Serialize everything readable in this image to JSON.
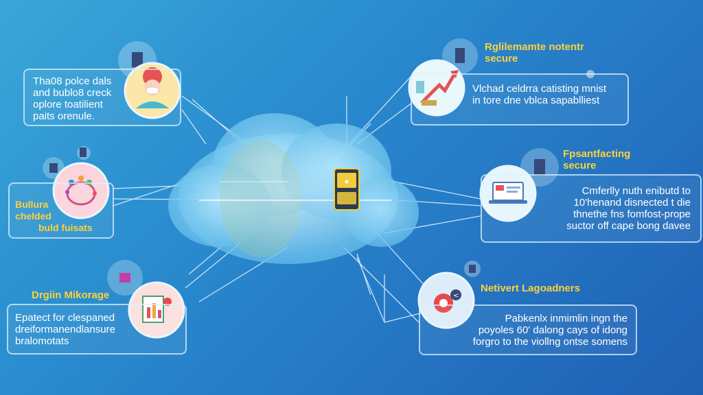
{
  "colors": {
    "background_start": "#3aa7d8",
    "background_end": "#1f5fb3",
    "title_text": "#ffd23a",
    "body_text": "#ffffff",
    "cloud": "#7fd0f5",
    "chip": "#f2cc3a"
  },
  "top_left": {
    "lines": [
      "Tha08 polce dals",
      "and bublo8 creck",
      "oplore toatilient",
      "paits orenule."
    ],
    "icon": "person-icon"
  },
  "middle_left": {
    "title_lines": [
      "Bullura",
      "chelded",
      "buld fuisats"
    ],
    "icon": "colorful-gadget-icon"
  },
  "bottom_left": {
    "title": "Drgiin Mikorage",
    "lines": [
      "Epatect for clespaned",
      "dreiformanendlansure",
      "bralomotats"
    ],
    "icon": "document-chart-icon"
  },
  "top_right": {
    "title_lines": [
      "Rglilemamte notentr",
      "secure"
    ],
    "lines": [
      "Vlchad celdrra catisting mnist",
      "in tore dne vblca sapablliest"
    ],
    "icon": "growth-arrow-icon"
  },
  "middle_right": {
    "title_lines": [
      "Fpsantfacting",
      "secure"
    ],
    "lines": [
      "Cmferlly nuth enibutd to",
      "10'henand disnected t die",
      "thnethe fns fomfost-prope",
      "suctor off cape bong davee"
    ],
    "icon": "laptop-icon"
  },
  "bottom_right": {
    "title": "Netivert Lagoadners",
    "lines": [
      "Pabkenlx inmimlin ingn the",
      "poyoles 60' dalong cays of idong",
      "forgro to the viollng ontse somens"
    ],
    "icon": "gear-target-icon"
  }
}
